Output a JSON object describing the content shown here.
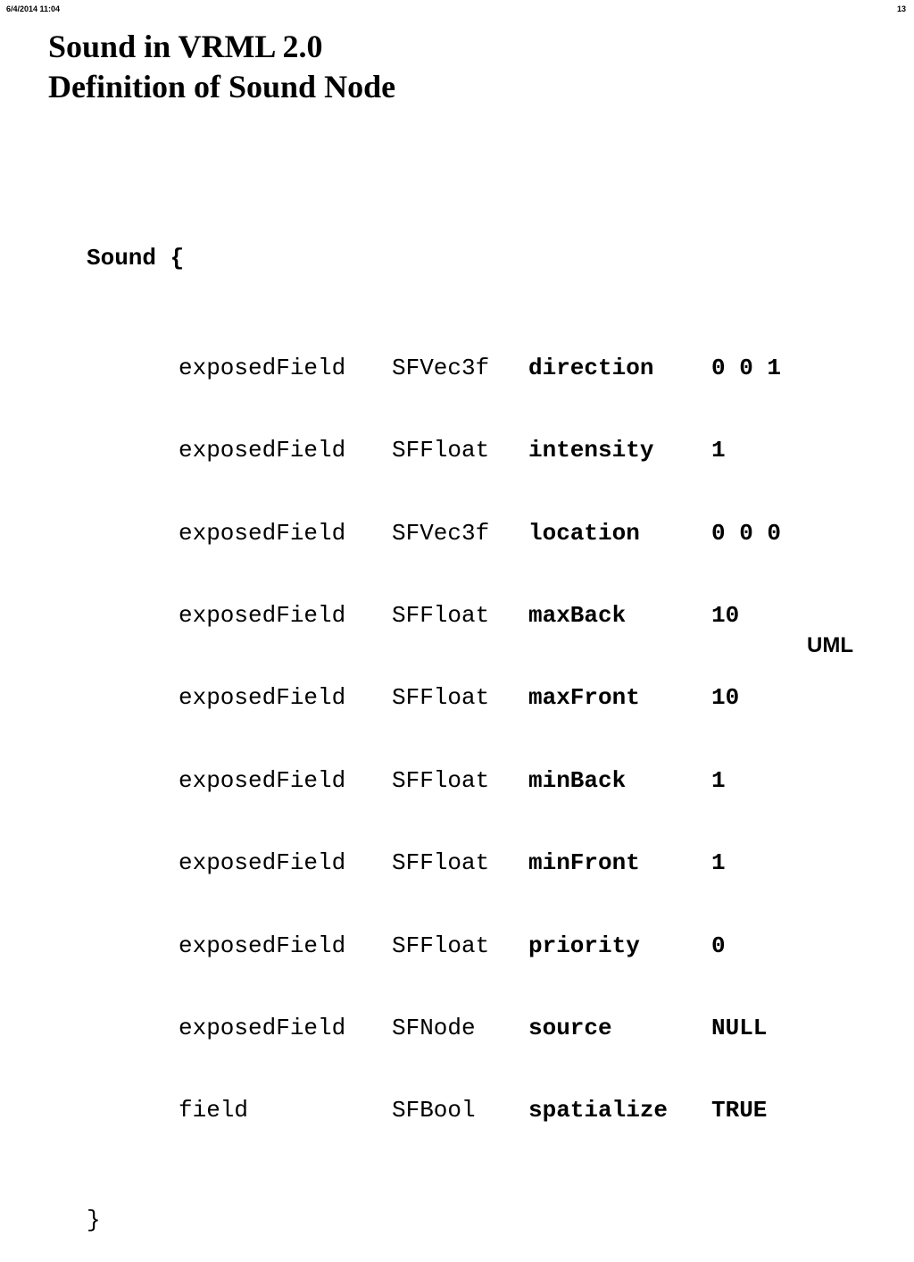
{
  "header": {
    "date_time": "6/4/2014  11:04",
    "page_number": "13"
  },
  "title": {
    "line1": "Sound in VRML 2.0",
    "line2": "Definition of Sound Node"
  },
  "code": {
    "open": "Sound {",
    "close": "}",
    "fields": [
      {
        "kind": "exposedField",
        "type": "SFVec3f",
        "name": "direction",
        "value": "0 0 1"
      },
      {
        "kind": "exposedField",
        "type": "SFFloat",
        "name": "intensity",
        "value": "1"
      },
      {
        "kind": "exposedField",
        "type": "SFVec3f",
        "name": "location",
        "value": "0 0 0"
      },
      {
        "kind": "exposedField",
        "type": "SFFloat",
        "name": "maxBack",
        "value": "10"
      },
      {
        "kind": "exposedField",
        "type": "SFFloat",
        "name": "maxFront",
        "value": "10"
      },
      {
        "kind": "exposedField",
        "type": "SFFloat",
        "name": "minBack",
        "value": "1"
      },
      {
        "kind": "exposedField",
        "type": "SFFloat",
        "name": "minFront",
        "value": "1"
      },
      {
        "kind": "exposedField",
        "type": "SFFloat",
        "name": "priority",
        "value": "0"
      },
      {
        "kind": "exposedField",
        "type": "SFNode",
        "name": "source",
        "value": "NULL"
      },
      {
        "kind": "field",
        "type": "SFBool",
        "name": "spatialize",
        "value": "TRUE"
      }
    ]
  },
  "footer": {
    "logo": "UML"
  }
}
